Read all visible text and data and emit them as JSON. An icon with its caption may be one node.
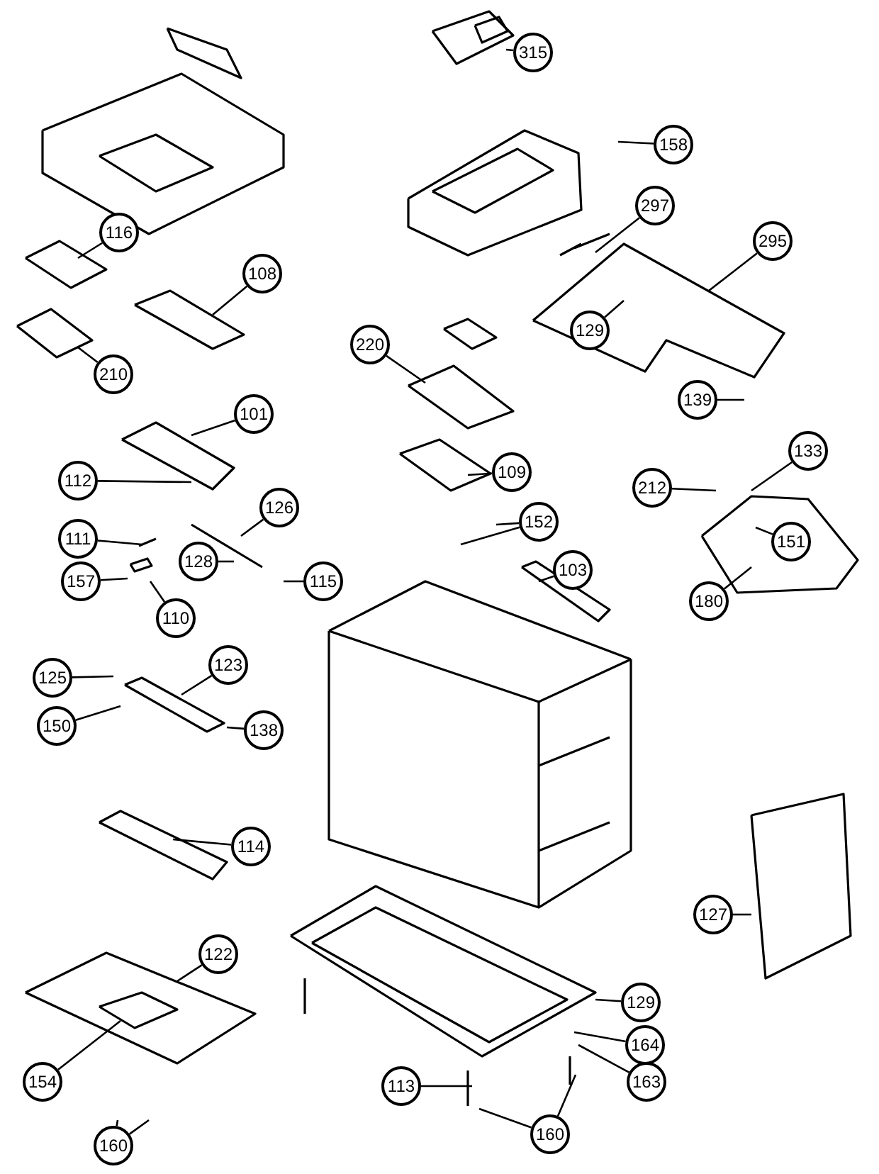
{
  "diagram": {
    "nodes": [
      {
        "text": [
          "315"
        ]
      },
      {
        "text": [
          "158"
        ]
      },
      {
        "text": [
          "297"
        ]
      },
      {
        "text": [
          "116"
        ]
      },
      {
        "text": [
          "295"
        ]
      },
      {
        "text": [
          "108"
        ]
      },
      {
        "text": [
          "129"
        ]
      },
      {
        "text": [
          "220"
        ]
      },
      {
        "text": [
          "210"
        ]
      },
      {
        "text": [
          "139"
        ]
      },
      {
        "text": [
          "101"
        ]
      },
      {
        "text": [
          "133"
        ]
      },
      {
        "text": [
          "109"
        ]
      },
      {
        "text": [
          "112"
        ]
      },
      {
        "text": [
          "212"
        ]
      },
      {
        "text": [
          "126"
        ]
      },
      {
        "text": [
          "152"
        ]
      },
      {
        "text": [
          "111"
        ]
      },
      {
        "text": [
          "151"
        ]
      },
      {
        "text": [
          "128"
        ]
      },
      {
        "text": [
          "103"
        ]
      },
      {
        "text": [
          "157"
        ]
      },
      {
        "text": [
          "115"
        ]
      },
      {
        "text": [
          "180"
        ]
      },
      {
        "text": [
          "110"
        ]
      },
      {
        "text": [
          "123"
        ]
      },
      {
        "text": [
          "125"
        ]
      },
      {
        "text": [
          "150"
        ]
      },
      {
        "text": [
          "138"
        ]
      },
      {
        "text": [
          "114"
        ]
      },
      {
        "text": [
          "127"
        ]
      },
      {
        "text": [
          "122"
        ]
      },
      {
        "text": [
          "129"
        ]
      },
      {
        "text": [
          "164"
        ]
      },
      {
        "text": [
          "163"
        ]
      },
      {
        "text": [
          "113"
        ]
      },
      {
        "text": [
          "154"
        ]
      },
      {
        "text": [
          "160"
        ]
      },
      {
        "text": [
          "160"
        ]
      }
    ],
    "edges": [
      {
        "from": 0,
        "to": null,
        "arrow": "none"
      },
      {
        "from": 1,
        "to": null,
        "arrow": "none"
      },
      {
        "from": 2,
        "to": null,
        "arrow": "none"
      },
      {
        "from": 3,
        "to": null,
        "arrow": "none"
      },
      {
        "from": 4,
        "to": null,
        "arrow": "none"
      },
      {
        "from": 5,
        "to": null,
        "arrow": "none"
      },
      {
        "from": 6,
        "to": null,
        "arrow": "none"
      },
      {
        "from": 7,
        "to": null,
        "arrow": "none"
      },
      {
        "from": 8,
        "to": null,
        "arrow": "none"
      },
      {
        "from": 9,
        "to": null,
        "arrow": "none"
      },
      {
        "from": 10,
        "to": null,
        "arrow": "none"
      },
      {
        "from": 11,
        "to": null,
        "arrow": "none"
      },
      {
        "from": 12,
        "to": null,
        "arrow": "none"
      },
      {
        "from": 13,
        "to": null,
        "arrow": "none"
      },
      {
        "from": 14,
        "to": null,
        "arrow": "none"
      },
      {
        "from": 15,
        "to": null,
        "arrow": "none"
      },
      {
        "from": 16,
        "to": null,
        "arrow": "none"
      },
      {
        "from": 16,
        "to": null,
        "arrow": "none"
      },
      {
        "from": 17,
        "to": null,
        "arrow": "none"
      },
      {
        "from": 18,
        "to": null,
        "arrow": "none"
      },
      {
        "from": 19,
        "to": null,
        "arrow": "none"
      },
      {
        "from": 20,
        "to": null,
        "arrow": "none"
      },
      {
        "from": 21,
        "to": null,
        "arrow": "none"
      },
      {
        "from": 22,
        "to": null,
        "arrow": "none"
      },
      {
        "from": 23,
        "to": null,
        "arrow": "none"
      },
      {
        "from": 24,
        "to": null,
        "arrow": "none"
      },
      {
        "from": 25,
        "to": null,
        "arrow": "none"
      },
      {
        "from": 26,
        "to": null,
        "arrow": "none"
      },
      {
        "from": 27,
        "to": null,
        "arrow": "none"
      },
      {
        "from": 28,
        "to": null,
        "arrow": "none"
      },
      {
        "from": 29,
        "to": null,
        "arrow": "none"
      },
      {
        "from": 30,
        "to": null,
        "arrow": "none"
      },
      {
        "from": 31,
        "to": null,
        "arrow": "none"
      },
      {
        "from": 32,
        "to": null,
        "arrow": "none"
      },
      {
        "from": 33,
        "to": null,
        "arrow": "none"
      },
      {
        "from": 34,
        "to": null,
        "arrow": "none"
      },
      {
        "from": 35,
        "to": null,
        "arrow": "none"
      },
      {
        "from": 36,
        "to": null,
        "arrow": "none"
      },
      {
        "from": 37,
        "to": null,
        "arrow": "none"
      },
      {
        "from": 37,
        "to": null,
        "arrow": "none"
      },
      {
        "from": 38,
        "to": null,
        "arrow": "none"
      },
      {
        "from": 38,
        "to": null,
        "arrow": "none"
      }
    ]
  }
}
